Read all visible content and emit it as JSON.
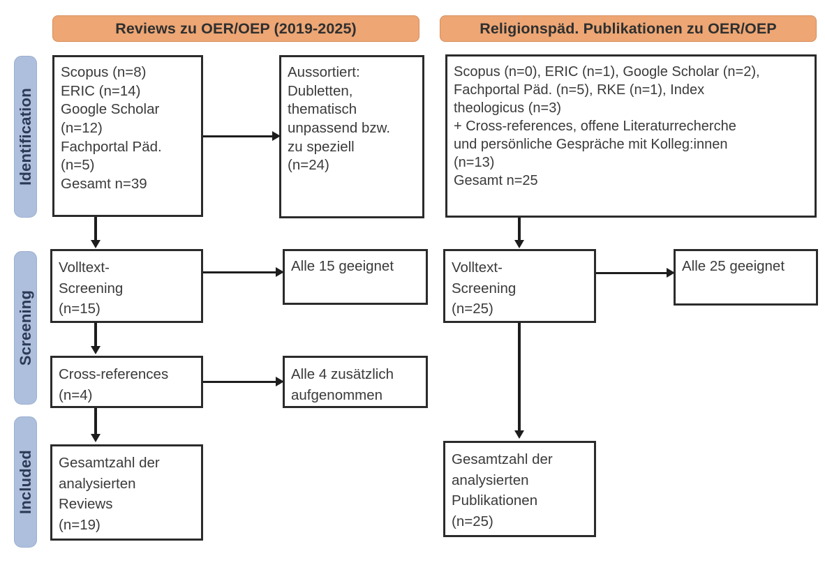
{
  "figure": {
    "type": "prisma-flow-diagram",
    "language": "de",
    "accent_orange": "#eda674",
    "accent_blue": "#aebfdd",
    "box_border": "#2b2b2b"
  },
  "stages": [
    {
      "label": "Identification"
    },
    {
      "label": "Screening"
    },
    {
      "label": "Included"
    }
  ],
  "columns": [
    {
      "header": "Reviews zu OER/OEP (2019-2025)"
    },
    {
      "header": "Religionspäd. Publikationen zu OER/OEP"
    }
  ],
  "left_column": {
    "identification_sources": "Scopus (n=8)\nERIC (n=14)\nGoogle Scholar\n(n=12)\nFachportal Päd.\n(n=5)\nGesamt n=39",
    "identification_excluded": "Aussortiert:\nDubletten,\nthematisch\nunpassend bzw.\nzu speziell\n(n=24)",
    "screening_fulltext": "Volltext-\nScreening\n(n=15)",
    "screening_fulltext_result": "Alle 15 geeignet",
    "screening_crossrefs": "Cross-references\n(n=4)",
    "screening_crossrefs_result": "Alle 4 zusätzlich\naufgenommen",
    "included_total": "Gesamtzahl der\nanalysierten\nReviews\n(n=19)"
  },
  "right_column": {
    "identification_sources": "Scopus (n=0), ERIC (n=1), Google Scholar (n=2),\nFachportal Päd. (n=5), RKE (n=1), Index\ntheologicus (n=3)\n+ Cross-references, offene Literaturrecherche\nund persönliche Gespräche mit Kolleg:innen\n(n=13)\nGesamt n=25",
    "screening_fulltext": "Volltext-\nScreening\n(n=25)",
    "screening_fulltext_result": "Alle 25 geeignet",
    "included_total": "Gesamtzahl der\nanalysierten\nPublikationen\n(n=25)"
  },
  "counts": {
    "left_scopus": 8,
    "left_eric": 14,
    "left_google_scholar": 12,
    "left_fachportal": 5,
    "left_total_identified": 39,
    "left_excluded": 24,
    "left_fulltext_screened": 15,
    "left_fulltext_suitable": 15,
    "left_crossrefs": 4,
    "left_crossrefs_added": 4,
    "left_included": 19,
    "right_scopus": 0,
    "right_eric": 1,
    "right_google_scholar": 2,
    "right_fachportal": 5,
    "right_rke": 1,
    "right_index_theologicus": 3,
    "right_additional_sources": 13,
    "right_total_identified": 25,
    "right_fulltext_screened": 25,
    "right_fulltext_suitable": 25,
    "right_included": 25
  }
}
